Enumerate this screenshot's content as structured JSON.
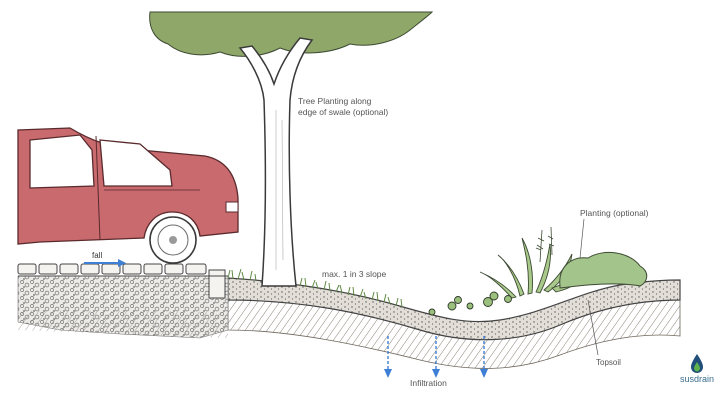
{
  "labels": {
    "tree_planting_line1": "Tree Planting along",
    "tree_planting_line2": "edge of swale (optional)",
    "planting": "Planting (optional)",
    "fall": "fall",
    "slope": "max. 1 in 3 slope",
    "topsoil": "Topsoil",
    "infiltration": "Infiltration"
  },
  "logo": {
    "text": "susdrain"
  },
  "colors": {
    "car_body": "#c86a6e",
    "car_outline": "#5a2a2c",
    "tree_canopy": "#8fa86a",
    "grass": "#6a8f4a",
    "soil": "#d9d4cc",
    "hatch": "#8a8378",
    "arrow_blue": "#3d7fd4",
    "text": "#555555"
  }
}
